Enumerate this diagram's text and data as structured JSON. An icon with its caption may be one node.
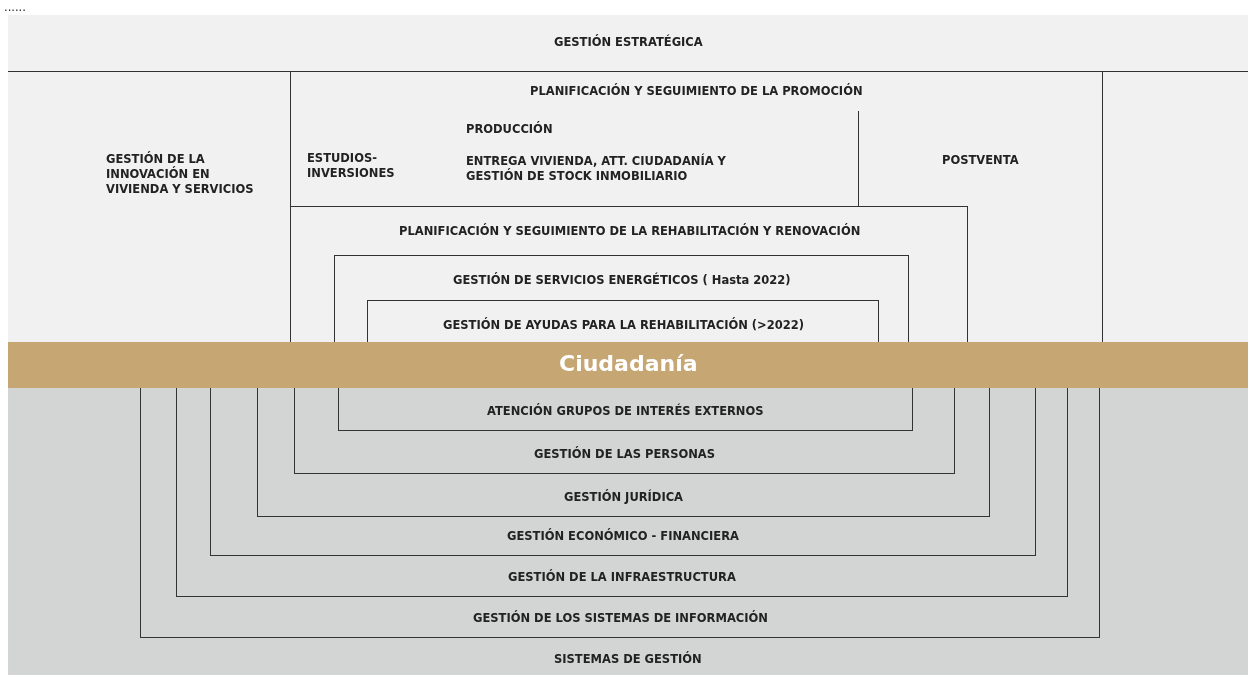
{
  "diagram": {
    "nodes": [
      {
        "text": [
          "GESTIÓN ESTRATÉGICA"
        ]
      },
      {
        "text": [
          "GESTIÓN DE LA INNOVACIÓN EN VIVIENDA Y SERVICIOS"
        ]
      },
      {
        "text": [
          "PLANIFICACIÓN Y SEGUIMIENTO DE LA PROMOCIÓN"
        ],
        "in": 1
      },
      {
        "text": [
          "ESTUDIOS- INVERSIONES"
        ],
        "in": 1
      },
      {
        "text": [
          "PRODUCCIÓN"
        ],
        "in": 1
      },
      {
        "text": [
          "ENTREGA VIVIENDA, ATT. CIUDADANÍA Y GESTIÓN DE STOCK INMOBILIARIO"
        ],
        "in": 1
      },
      {
        "text": [
          "POSTVENTA"
        ],
        "in": 1
      },
      {
        "text": [
          "PLANIFICACIÓN Y SEGUIMIENTO DE LA REHABILITACIÓN Y RENOVACIÓN"
        ],
        "in": 1
      },
      {
        "text": [
          "GESTIÓN DE SERVICIOS ENERGÉTICOS ( Hasta 2022)"
        ],
        "in": 7
      },
      {
        "text": [
          "GESTIÓN DE AYUDAS PARA LA REHABILITACIÓN (>2022)"
        ],
        "in": 8
      },
      {
        "text": [
          "Ciudadanía"
        ]
      },
      {
        "text": [
          "SISTEMAS DE GESTIÓN"
        ]
      },
      {
        "text": [
          "GESTIÓN DE LOS SISTEMAS DE INFORMACIÓN"
        ],
        "in": 11
      },
      {
        "text": [
          "GESTIÓN DE LA INFRAESTRUCTURA"
        ],
        "in": 12
      },
      {
        "text": [
          "GESTIÓN ECONÓMICO - FINANCIERA"
        ],
        "in": 13
      },
      {
        "text": [
          "GESTIÓN JURÍDICA"
        ],
        "in": 14
      },
      {
        "text": [
          "GESTIÓN DE LAS PERSONAS"
        ],
        "in": 15
      },
      {
        "text": [
          "ATENCIÓN GRUPOS DE INTERÉS EXTERNOS"
        ],
        "in": 16
      }
    ],
    "edges": [],
    "labels": [
      "......"
    ]
  }
}
